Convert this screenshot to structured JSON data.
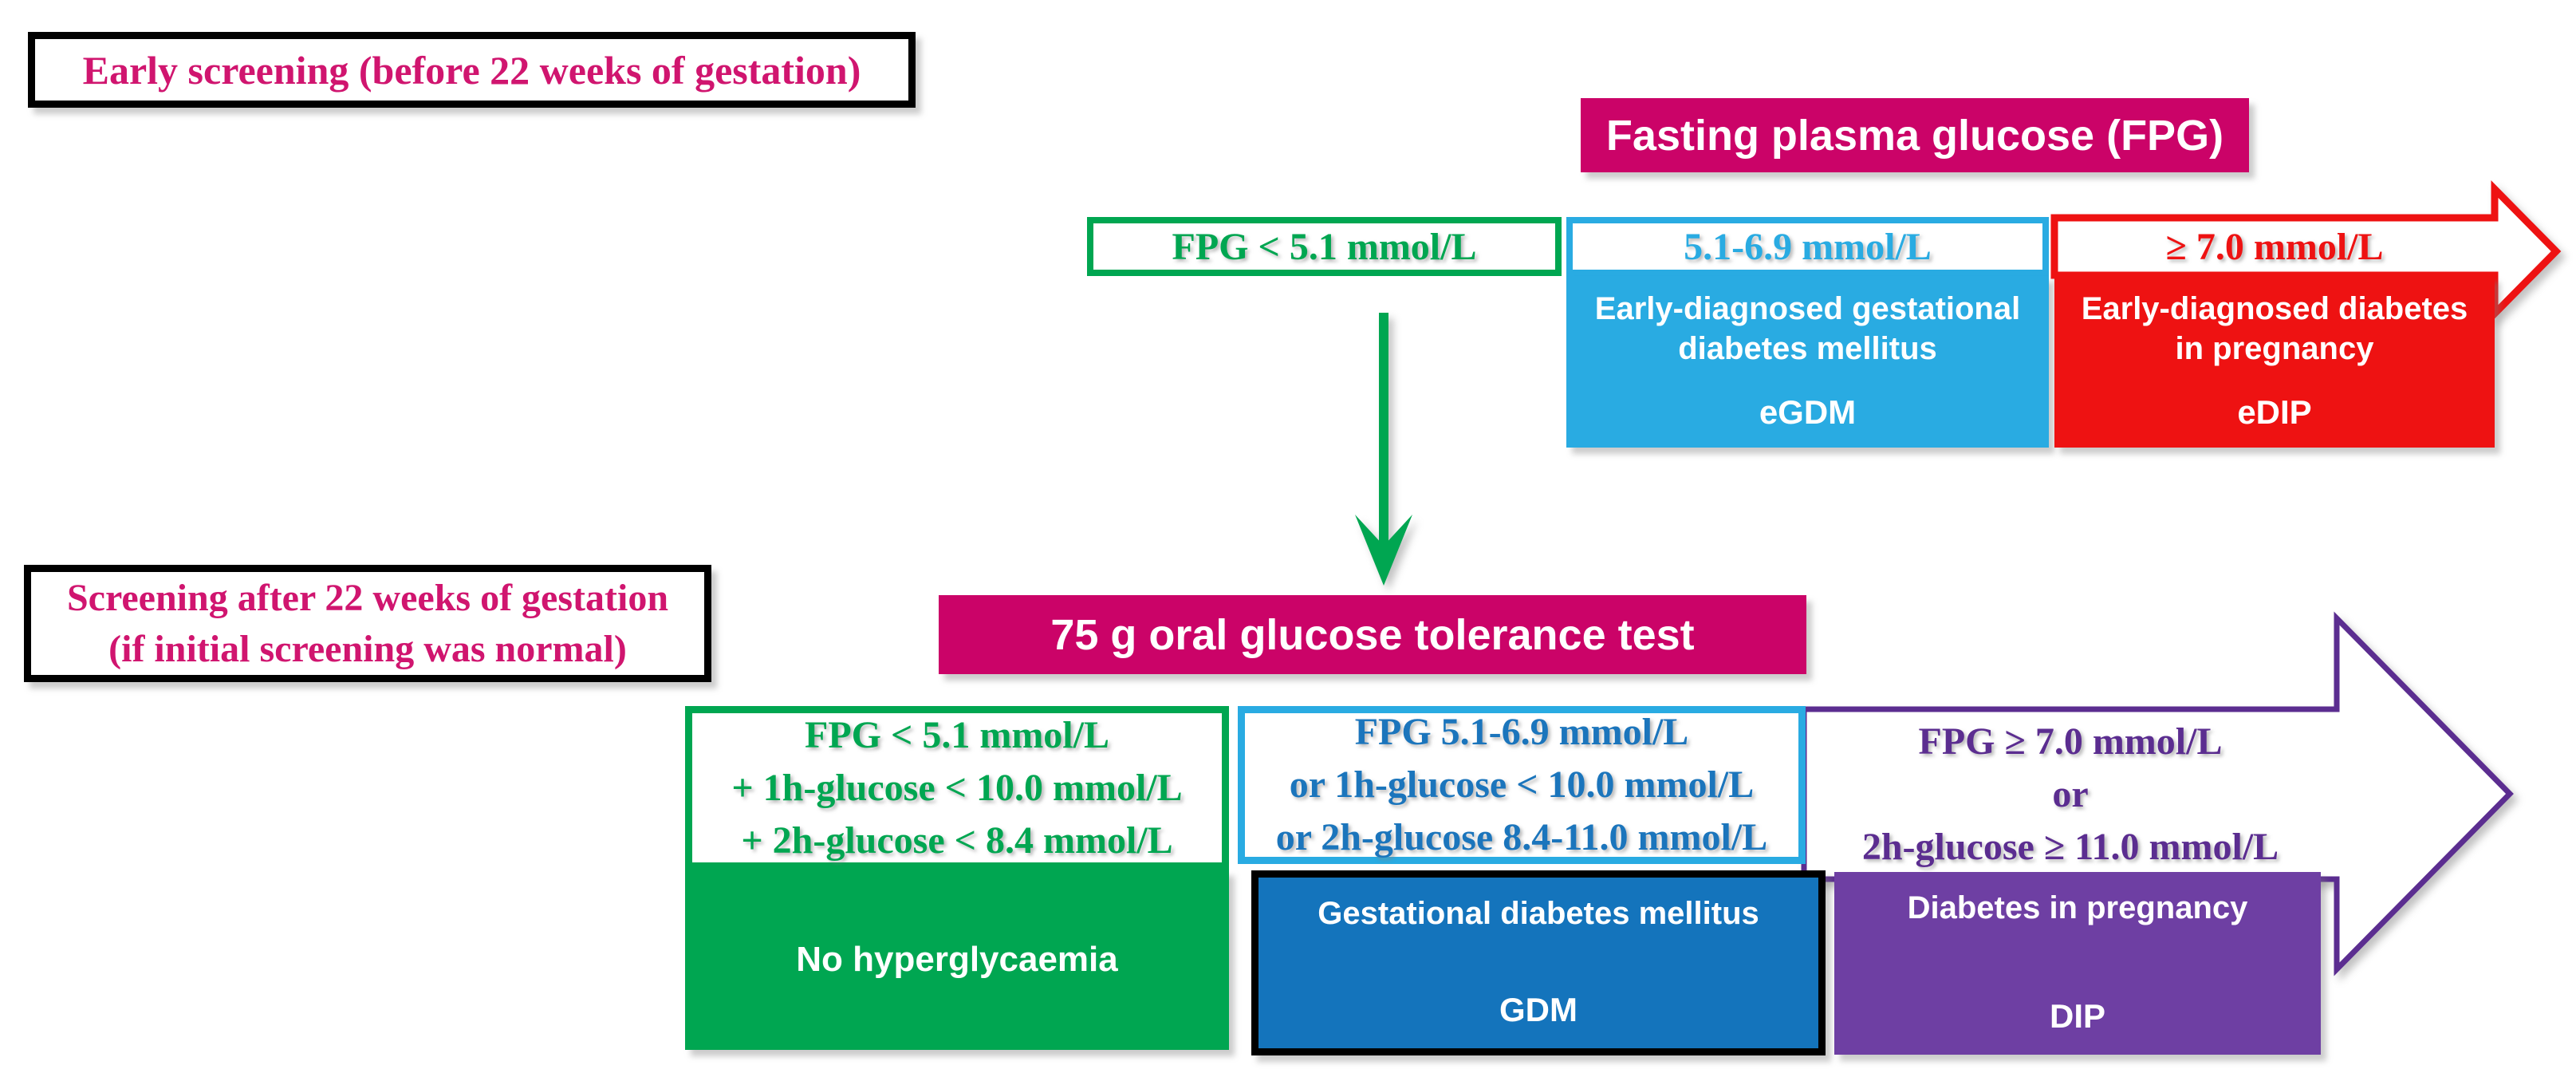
{
  "colors": {
    "magenta": "#CB0368",
    "magenta_text": "#D0156F",
    "green": "#00A651",
    "cyan": "#29ABE2",
    "blue_fill": "#1474BC",
    "blue_text": "#1B75BC",
    "red": "#EE1212",
    "purple_fill": "#6E3FA3",
    "purple_line": "#5B2D90",
    "black": "#000000",
    "white": "#FFFFFF"
  },
  "early": {
    "header": "Early screening (before 22 weeks of gestation)",
    "fpg_header": "Fasting plasma glucose (FPG)",
    "normal": {
      "criteria": "FPG < 5.1 mmol/L"
    },
    "egdm": {
      "criteria": "5.1-6.9 mmol/L",
      "outcome_lines": [
        "Early-diagnosed gestational",
        "diabetes mellitus"
      ],
      "abbr": "eGDM"
    },
    "edip": {
      "criteria": "≥ 7.0 mmol/L",
      "outcome_lines": [
        "Early-diagnosed diabetes",
        "in pregnancy"
      ],
      "abbr": "eDIP"
    }
  },
  "late": {
    "header_lines": [
      "Screening after 22 weeks of gestation",
      "(if initial screening was normal)"
    ],
    "ogtt_header": "75 g oral glucose tolerance test",
    "normal": {
      "criteria_lines": [
        "FPG < 5.1 mmol/L",
        "+ 1h-glucose < 10.0 mmol/L",
        "+ 2h-glucose < 8.4 mmol/L"
      ],
      "outcome": "No hyperglycaemia"
    },
    "gdm": {
      "criteria_lines": [
        "FPG 5.1-6.9 mmol/L",
        "or 1h-glucose < 10.0 mmol/L",
        "or 2h-glucose 8.4-11.0 mmol/L"
      ],
      "outcome": "Gestational diabetes mellitus",
      "abbr": "GDM"
    },
    "dip": {
      "criteria_lines": [
        "FPG ≥ 7.0 mmol/L",
        "or",
        "2h-glucose ≥ 11.0 mmol/L"
      ],
      "outcome": "Diabetes in pregnancy",
      "abbr": "DIP"
    }
  }
}
